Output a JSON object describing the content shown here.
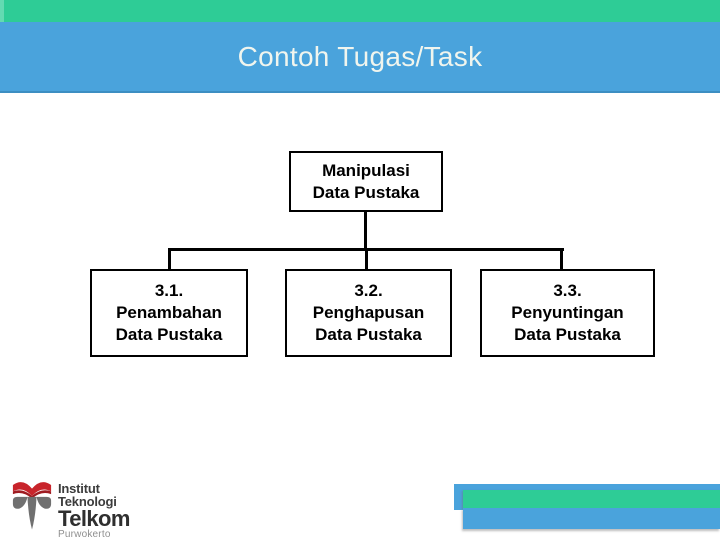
{
  "colors": {
    "accent_green": "#2ecc96",
    "accent_blue": "#4aa3dc",
    "header_text": "#f0f5ee",
    "box_border": "#000000",
    "logo_red": "#c8242b",
    "logo_gray": "#707070"
  },
  "header": {
    "title": "Contoh Tugas/Task"
  },
  "diagram": {
    "root": {
      "lines": [
        "Manipulasi",
        "Data Pustaka"
      ]
    },
    "children": [
      {
        "lines": [
          "3.1.",
          "Penambahan",
          "Data Pustaka"
        ]
      },
      {
        "lines": [
          "3.2.",
          "Penghapusan",
          "Data Pustaka"
        ]
      },
      {
        "lines": [
          "3.3.",
          "Penyuntingan",
          "Data Pustaka"
        ]
      }
    ]
  },
  "footer": {
    "logo": {
      "line1": "Institut",
      "line2": "Teknologi",
      "line3": "Telkom",
      "line4": "Purwokerto"
    }
  }
}
